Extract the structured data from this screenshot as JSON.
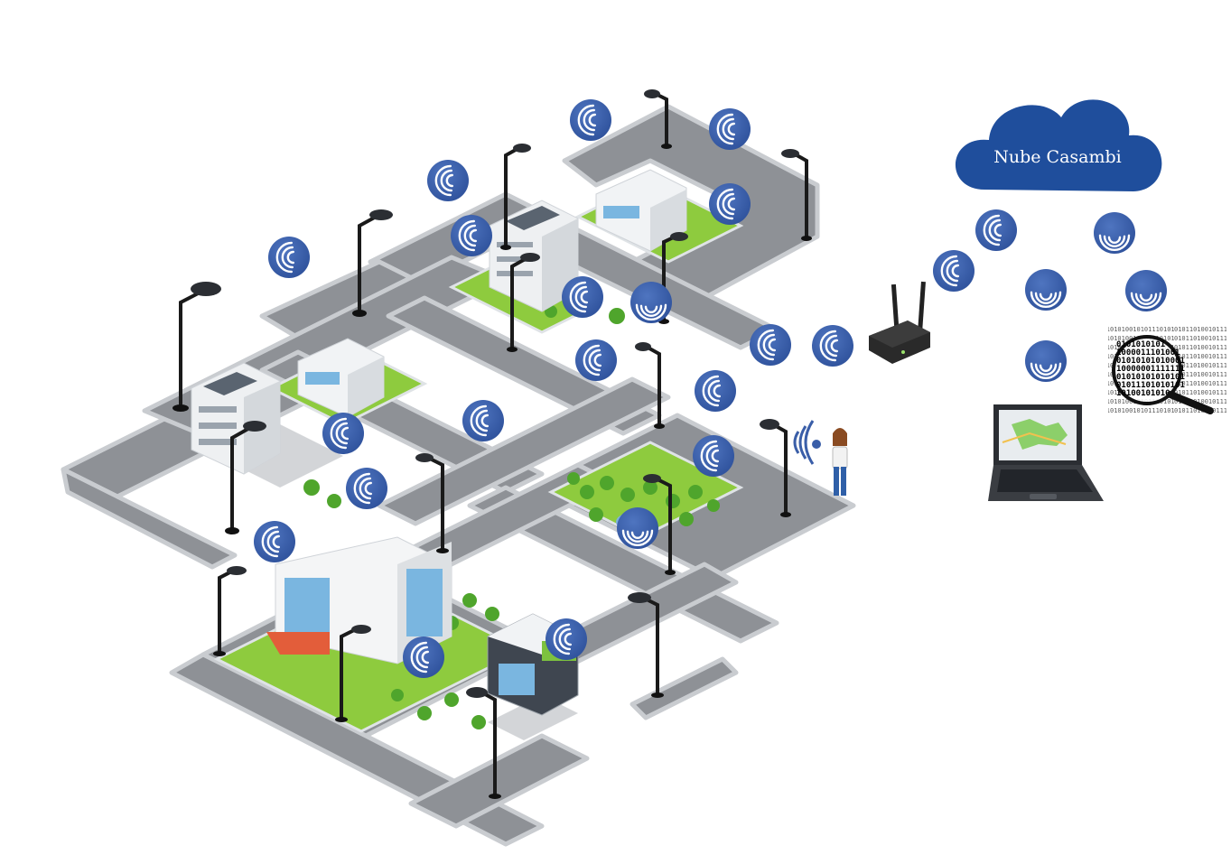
{
  "cloud": {
    "label": "Nube Casambi"
  },
  "colors": {
    "signal_blue": "#3a5ea8",
    "cloud_blue": "#1f4e9c",
    "road_gray": "#8e9196",
    "road_edge": "#c9ccd0",
    "grass_green": "#8ecb3e",
    "router_black": "#222222"
  },
  "icons": {
    "signal": "wireless-signal-icon",
    "pole": "street-light-icon",
    "router": "gateway-router-icon",
    "laptop": "laptop-icon",
    "magnifier": "magnifying-glass-icon",
    "person": "person-with-phone-icon"
  },
  "binary": {
    "lens_lines": [
      "0101010101",
      "1000011101001",
      "01010101010001",
      "10000001111111",
      "01010101010101",
      "01011101010101",
      "10100101010"
    ]
  }
}
